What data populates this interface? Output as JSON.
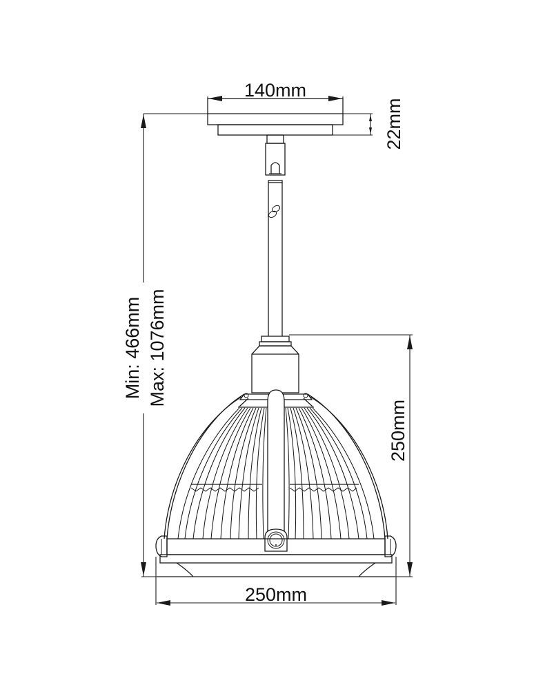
{
  "drawing": {
    "subject": "pendant light technical dimension drawing",
    "line_color": "#1a1a1a",
    "background": "#ffffff"
  },
  "dimensions": {
    "canopy_width": {
      "label": "140mm"
    },
    "canopy_height": {
      "label": "22mm"
    },
    "overall_height_min": {
      "label": "Min: 466mm"
    },
    "overall_height_max": {
      "label": "Max: 1076mm"
    },
    "shade_height": {
      "label": "250mm"
    },
    "shade_width": {
      "label": "250mm"
    }
  }
}
